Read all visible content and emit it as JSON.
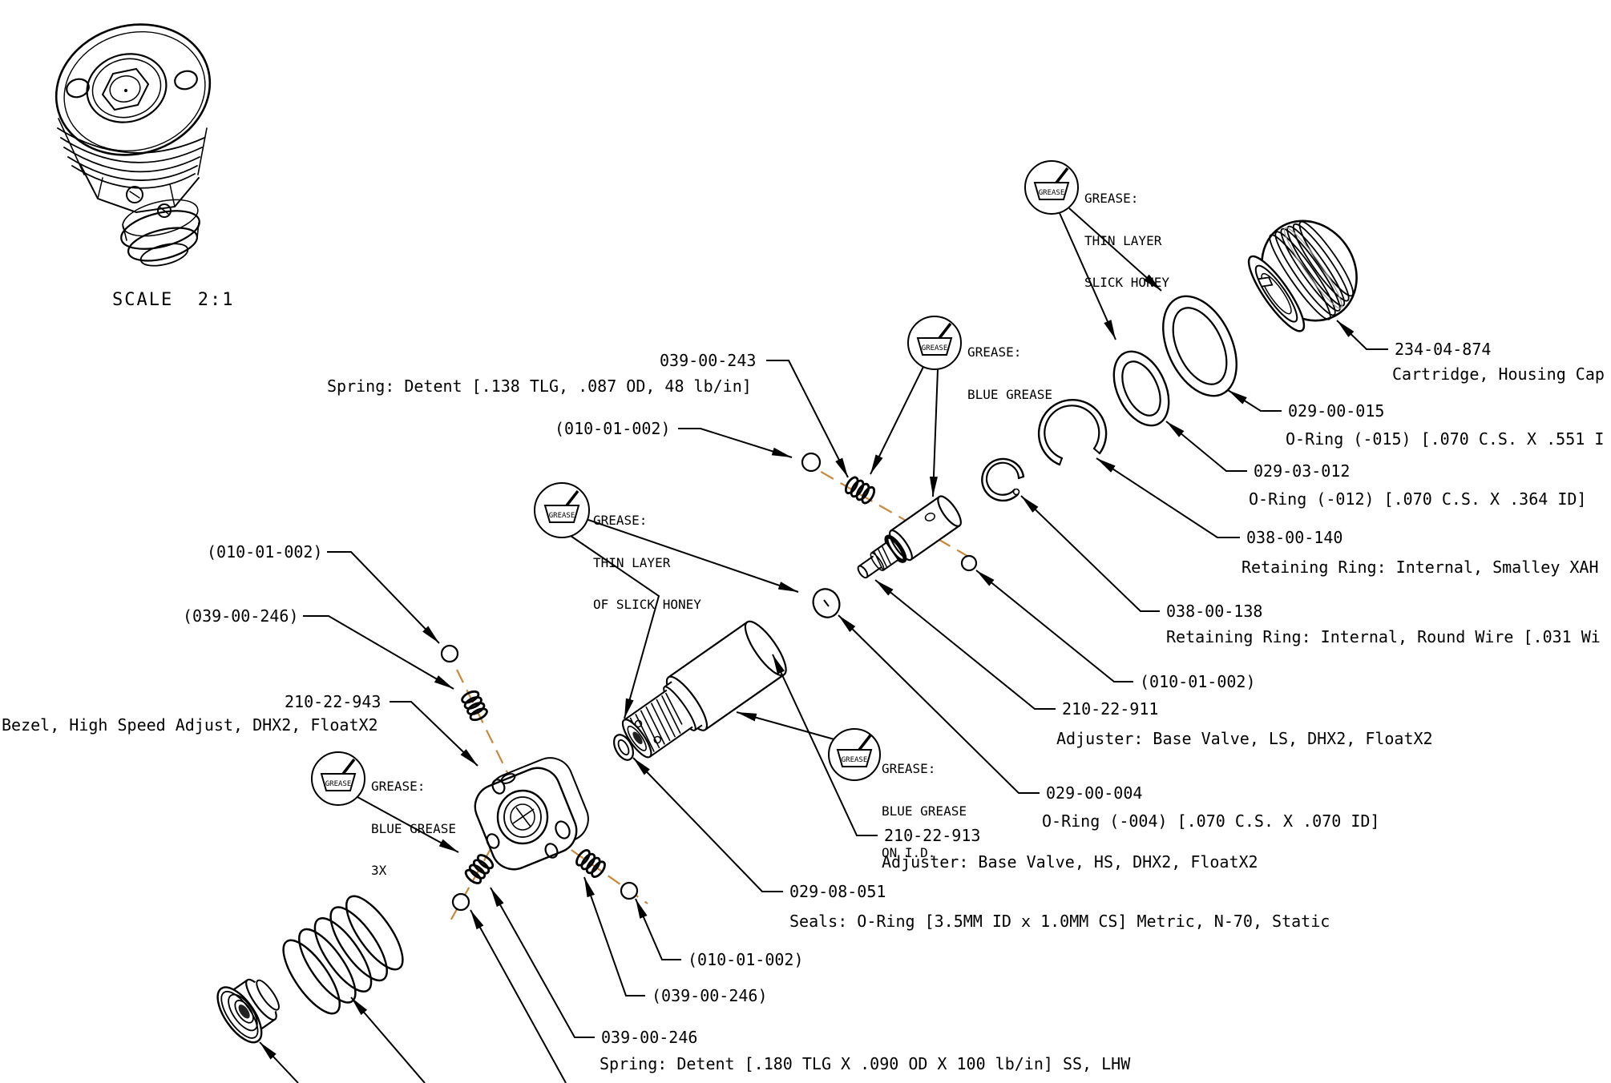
{
  "drawing": {
    "scale_label": "SCALE  2:1",
    "grease_icon_label": "GREASE",
    "accent_color": "#C8873B",
    "line_color": "#000000",
    "background": "#FFFFFF"
  },
  "grease_notes": {
    "top_right": {
      "line1": "GREASE:",
      "line2": "THIN LAYER",
      "line3": "SLICK HONEY"
    },
    "mid_right": {
      "line1": "GREASE:",
      "line2": "BLUE GREASE",
      "line3": ""
    },
    "mid_left": {
      "line1": "GREASE:",
      "line2": "THIN LAYER",
      "line3": "OF SLICK HONEY"
    },
    "bottom_left": {
      "line1": "GREASE:",
      "line2": "BLUE GREASE",
      "line3": "3X"
    },
    "bottom_mid": {
      "line1": "GREASE:",
      "line2": "BLUE GREASE",
      "line3": "ON I.D."
    }
  },
  "part_labels": {
    "spring_243": {
      "num": "039-00-243",
      "desc": "Spring: Detent [.138 TLG, .087 OD, 48 lb/in]"
    },
    "ball_top": {
      "num": "(010-01-002)"
    },
    "ball_left": {
      "num": "(010-01-002)"
    },
    "spring_246_left": {
      "num": "(039-00-246)"
    },
    "bezel": {
      "num": "210-22-943",
      "desc": "Bezel, High Speed Adjust, DHX2, FloatX2"
    },
    "cap": {
      "num": "234-04-874",
      "desc": "Cartridge, Housing Cap"
    },
    "oring_015": {
      "num": "029-00-015",
      "desc": "O-Ring (-015) [.070 C.S. X .551 I"
    },
    "oring_012": {
      "num": "029-03-012",
      "desc": "O-Ring (-012) [.070 C.S. X .364 ID]"
    },
    "ring_140": {
      "num": "038-00-140",
      "desc": "Retaining Ring: Internal, Smalley XAH"
    },
    "ring_138": {
      "num": "038-00-138",
      "desc": "Retaining Ring: Internal, Round Wire [.031 Wi"
    },
    "ball_right": {
      "num": "(010-01-002)"
    },
    "adj_ls": {
      "num": "210-22-911",
      "desc": "Adjuster: Base Valve, LS, DHX2, FloatX2"
    },
    "oring_004": {
      "num": "029-00-004",
      "desc": "O-Ring (-004) [.070 C.S. X .070 ID]"
    },
    "adj_hs": {
      "num": "210-22-913",
      "desc": "Adjuster: Base Valve, HS, DHX2, FloatX2"
    },
    "seals_051": {
      "num": "029-08-051",
      "desc": "Seals: O-Ring [3.5MM ID x 1.0MM CS] Metric, N-70, Static"
    },
    "ball_bottom": {
      "num": "(010-01-002)"
    },
    "spring_246_ref": {
      "num": "(039-00-246)"
    },
    "spring_246": {
      "num": "039-00-246",
      "desc": "Spring: Detent [.180 TLG X .090 OD X 100 lb/in] SS, LHW"
    }
  }
}
